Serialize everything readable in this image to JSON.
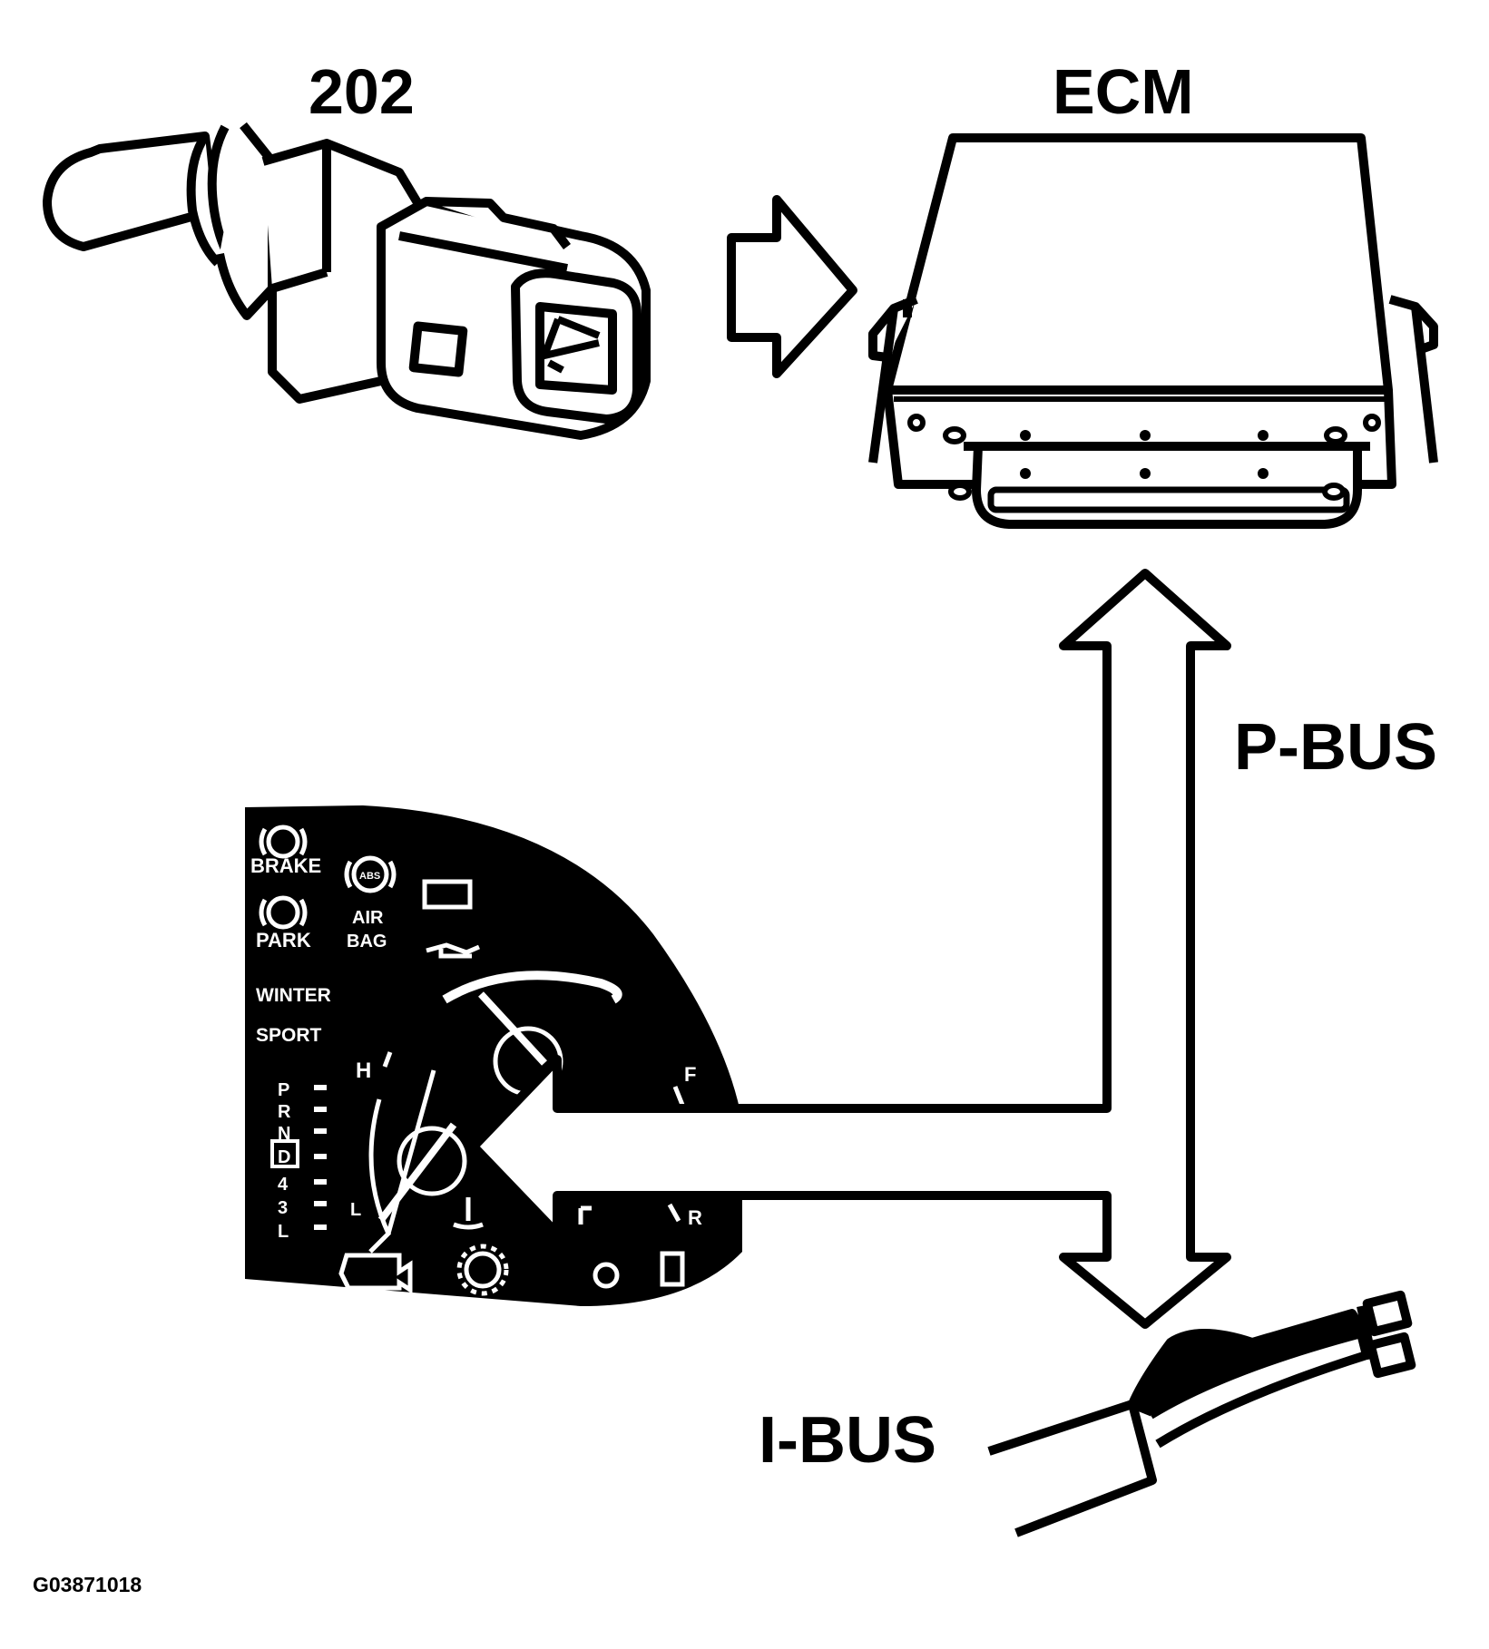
{
  "labels": {
    "sensor": "202",
    "ecm": "ECM",
    "pbus": "P-BUS",
    "ibus": "I-BUS",
    "figure_id": "G03871018"
  },
  "cluster": {
    "brake": "BRAKE",
    "park": "PARK",
    "air": "AIR",
    "bag": "BAG",
    "abs": "ABS",
    "winter": "WINTER",
    "sport": "SPORT",
    "temp_high": "H",
    "temp_low": "L",
    "fuel_full": "F",
    "fuel_reserve": "R",
    "gears": [
      "P",
      "R",
      "N",
      "D",
      "4",
      "3",
      "L"
    ]
  },
  "colors": {
    "ink": "#000000",
    "paper": "#ffffff"
  }
}
